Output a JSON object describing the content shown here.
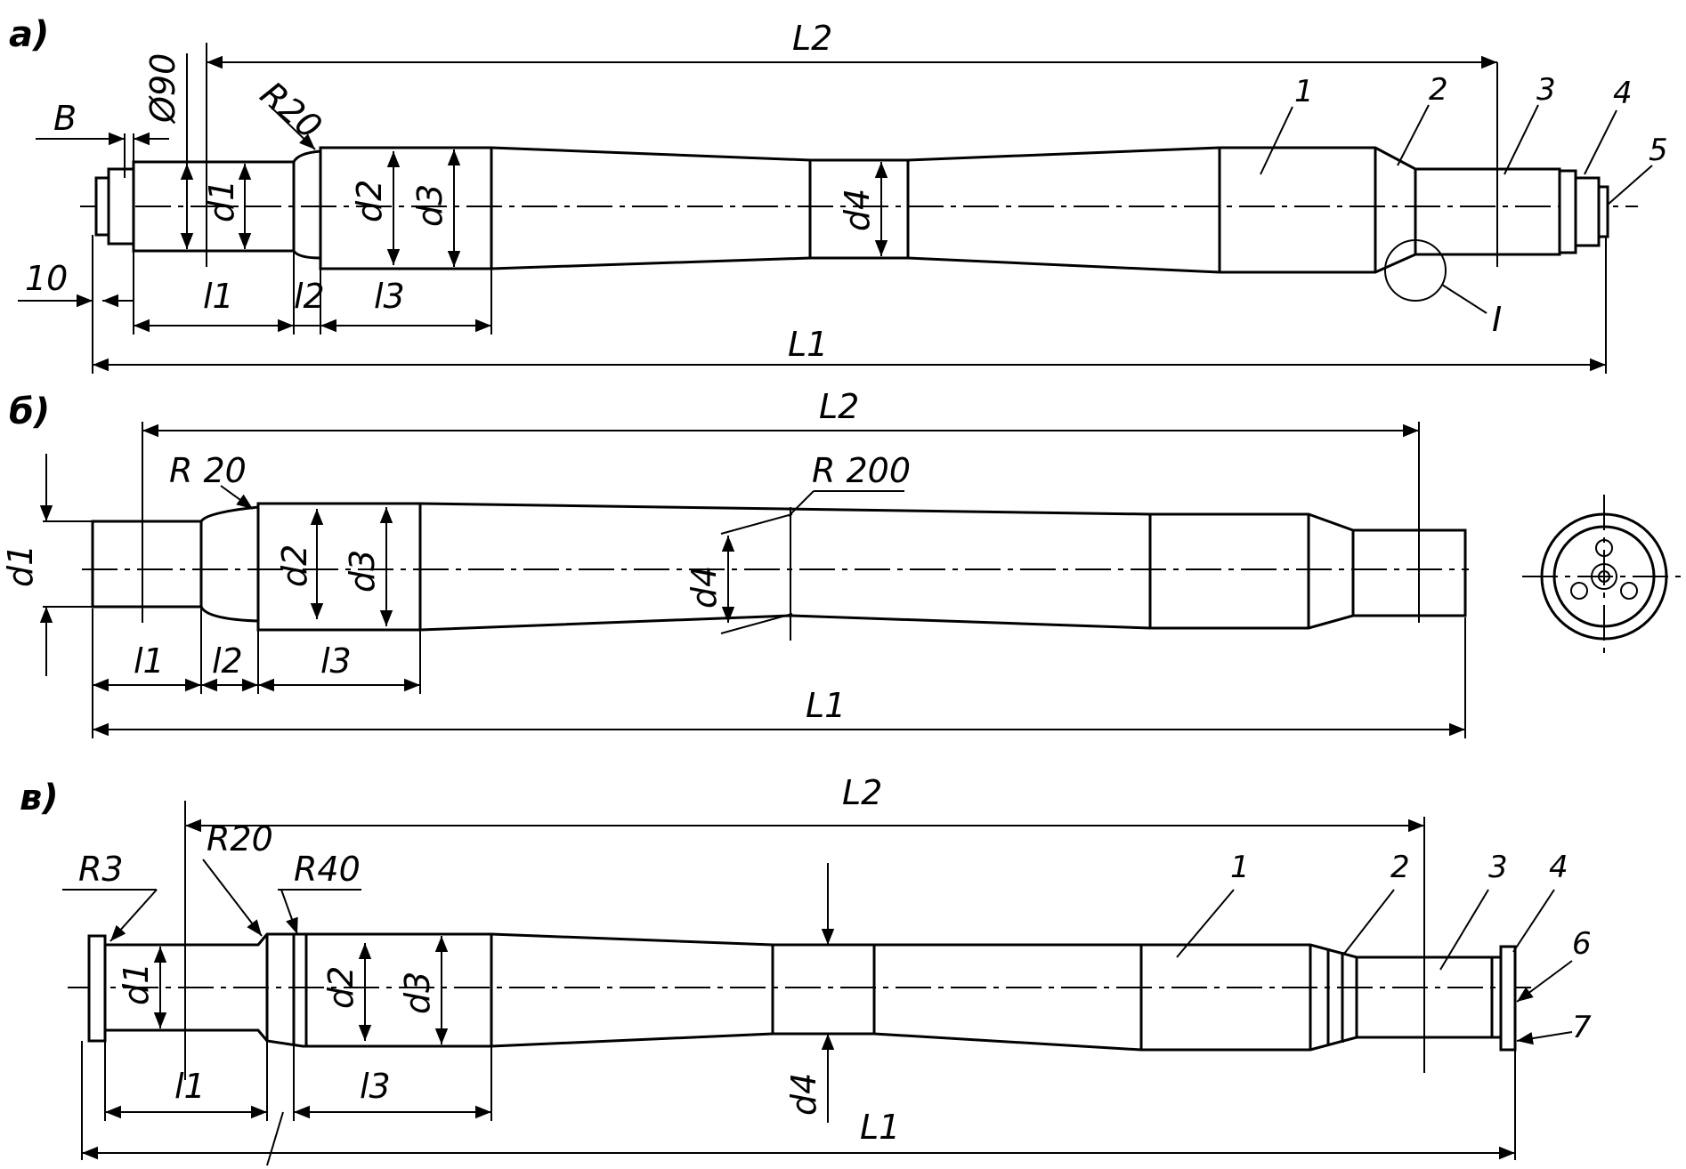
{
  "views": {
    "a": {
      "panel_label": "a)",
      "dims": {
        "L2": "L2",
        "L1": "L1",
        "l1": "l1",
        "l2": "l2",
        "l3": "l3",
        "d1": "d1",
        "d2": "d2",
        "d3": "d3",
        "d4": "d4",
        "B": "B",
        "dia": "Ø90",
        "ten": "10",
        "r20": "R20"
      },
      "callouts": [
        "1",
        "2",
        "3",
        "4",
        "5"
      ],
      "detail": "I"
    },
    "b": {
      "panel_label": "б)",
      "dims": {
        "L2": "L2",
        "L1": "L1",
        "l1": "l1",
        "l2": "l2",
        "l3": "l3",
        "d1": "d1",
        "d2": "d2",
        "d3": "d3",
        "d4": "d4",
        "r20": "R 20",
        "r200": "R 200"
      }
    },
    "c": {
      "panel_label": "в)",
      "dims": {
        "L2": "L2",
        "L1": "L1",
        "l1": "l1",
        "l3": "l3",
        "d1": "d1",
        "d2": "d2",
        "d3": "d3",
        "d4": "d4",
        "r3": "R3",
        "r20": "R20",
        "r40": "R40"
      },
      "callouts": [
        "1",
        "2",
        "3",
        "4",
        "6",
        "7"
      ]
    }
  }
}
